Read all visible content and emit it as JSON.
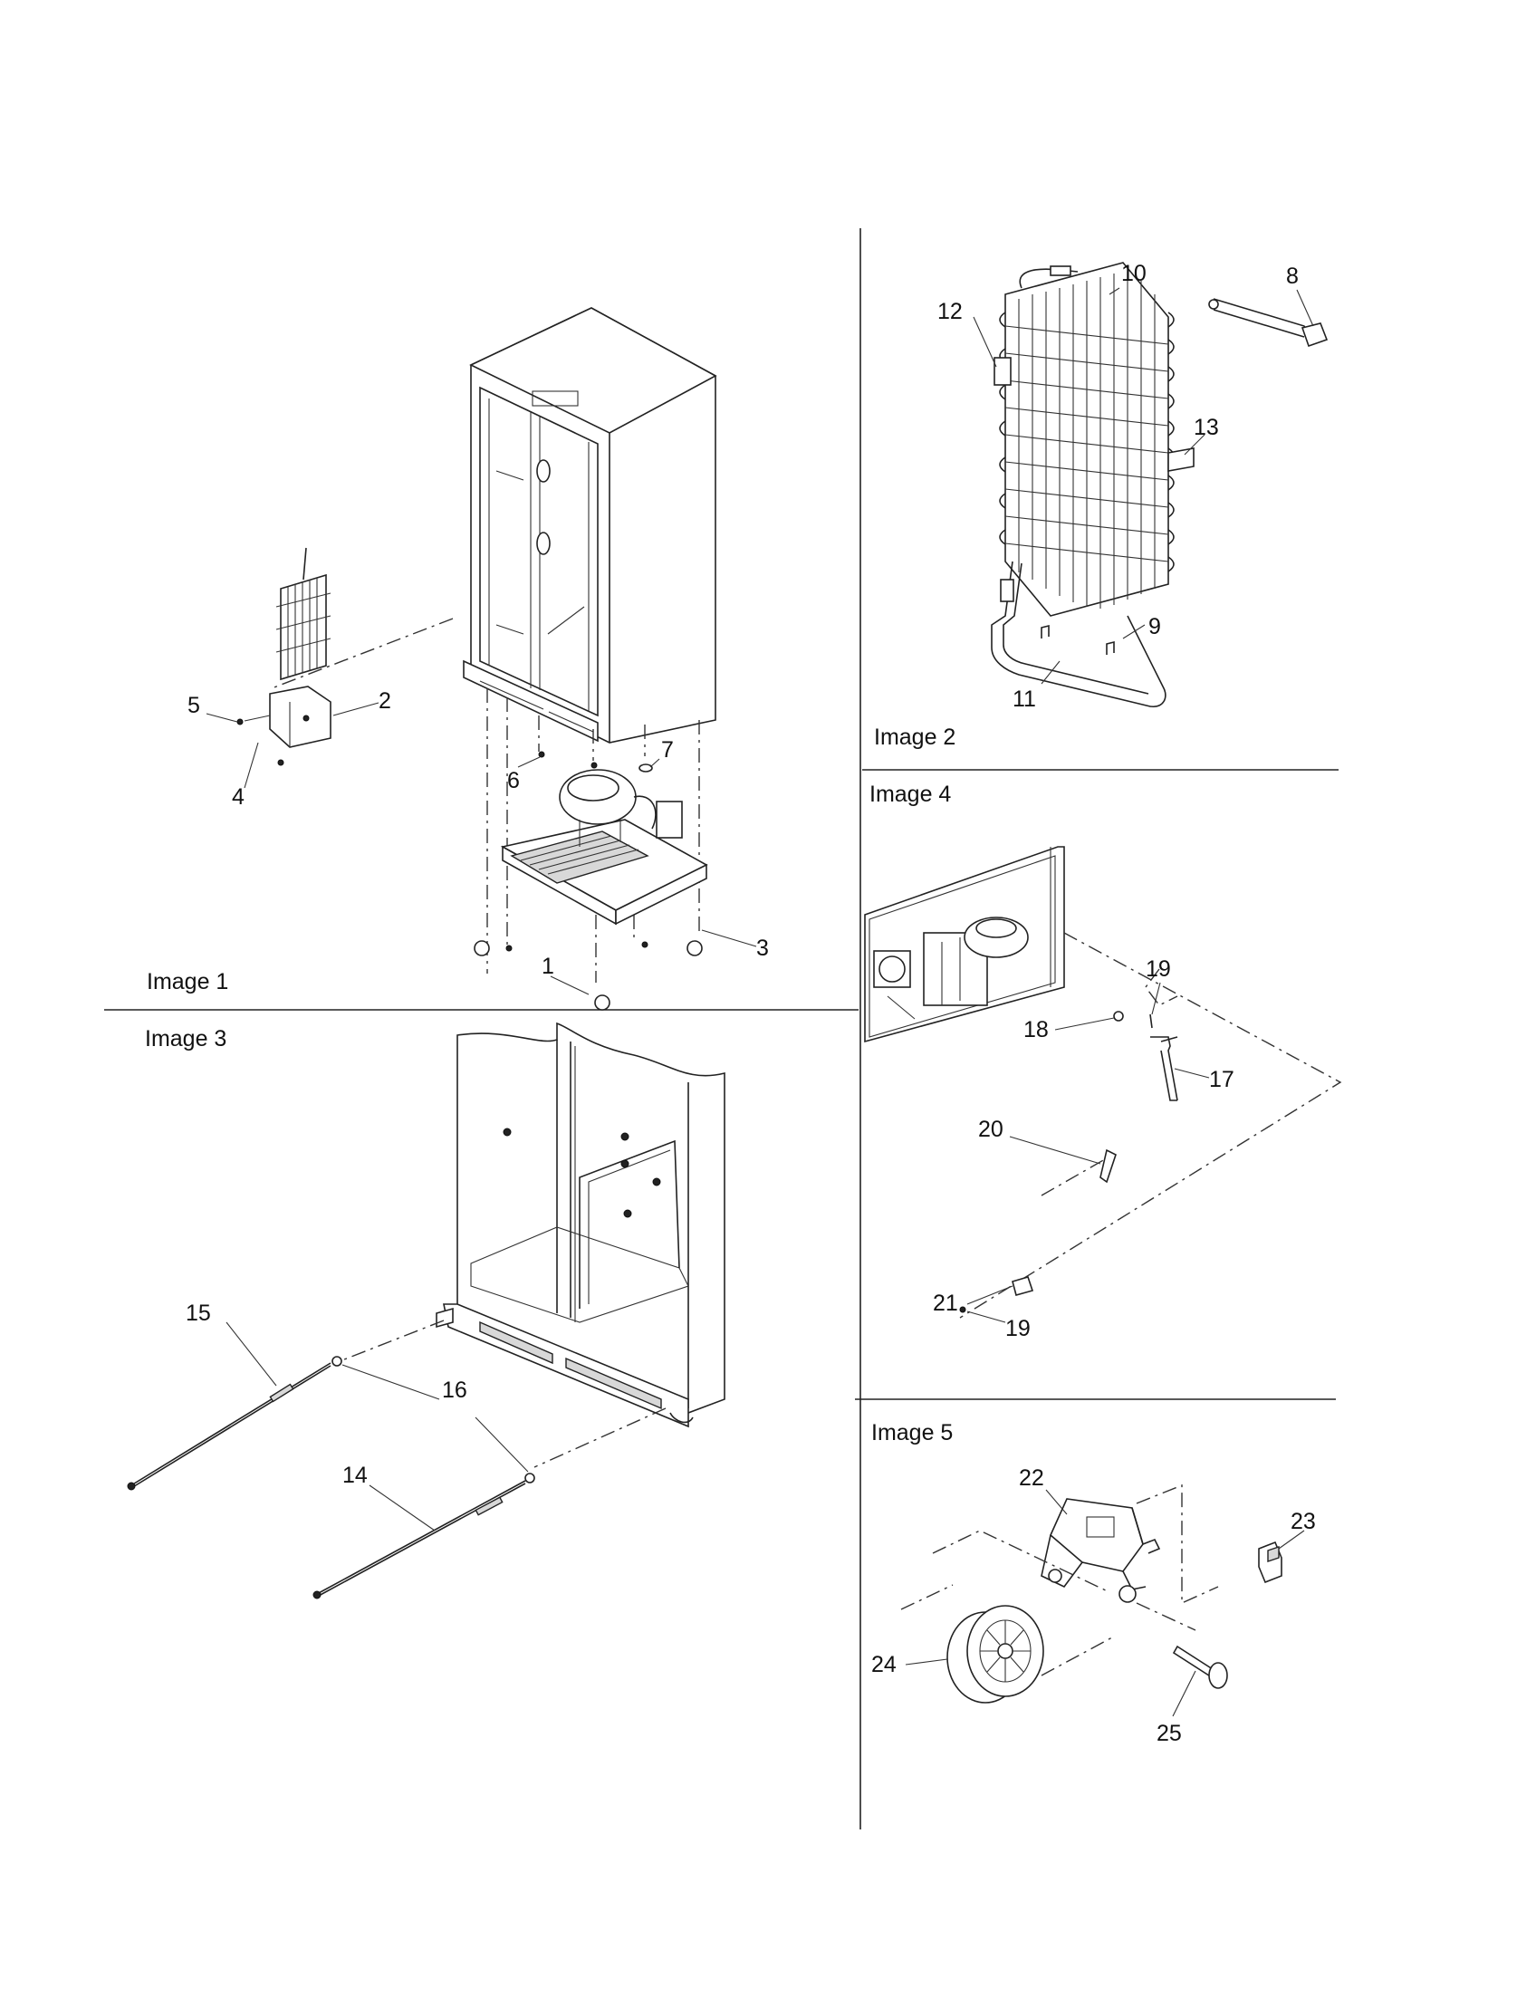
{
  "panels": {
    "image1": {
      "label": "Image 1"
    },
    "image2": {
      "label": "Image 2"
    },
    "image3": {
      "label": "Image 3"
    },
    "image4": {
      "label": "Image 4"
    },
    "image5": {
      "label": "Image 5"
    }
  },
  "callouts": {
    "c1": "1",
    "c2": "2",
    "c3": "3",
    "c4": "4",
    "c5": "5",
    "c6": "6",
    "c7": "7",
    "c8": "8",
    "c9": "9",
    "c10": "10",
    "c11": "11",
    "c12": "12",
    "c13": "13",
    "c14": "14",
    "c15": "15",
    "c16": "16",
    "c17": "17",
    "c18": "18",
    "c19a": "19",
    "c19b": "19",
    "c20": "20",
    "c21": "21",
    "c22": "22",
    "c23": "23",
    "c24": "24",
    "c25": "25"
  }
}
